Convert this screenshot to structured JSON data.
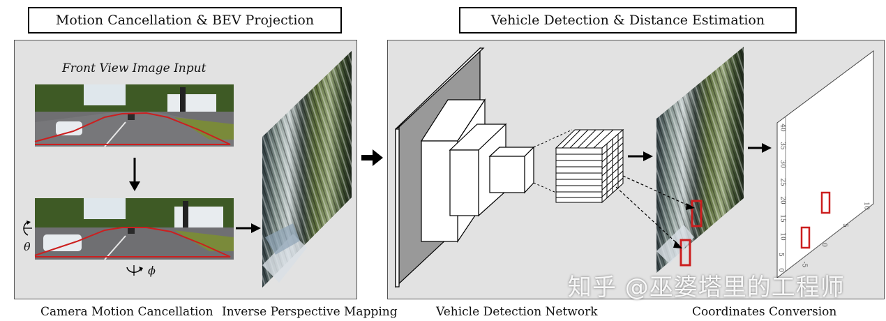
{
  "titles": {
    "left": "Motion Cancellation & BEV Projection",
    "right": "Vehicle Detection & Distance Estimation"
  },
  "left_panel": {
    "input_label": "Front View Image Input",
    "theta": "θ",
    "phi": "ϕ"
  },
  "captions": {
    "camera_motion": "Camera Motion Cancellation",
    "ipm": "Inverse Perspective Mapping",
    "detection_network": "Vehicle Detection Network",
    "coordinates": "Coordinates Conversion"
  },
  "plot": {
    "y_ticks": [
      "0",
      "5",
      "10",
      "15",
      "20",
      "25",
      "30",
      "35",
      "40"
    ],
    "x_ticks": [
      "-5",
      "0",
      "5",
      "10"
    ]
  },
  "watermark": "知乎 @巫婆塔里的工程师",
  "colors": {
    "panel_bg": "#e2e2e2",
    "box_red": "#cc1f1f",
    "road": "#6f6f72",
    "sky": "#dfe6ee",
    "foliage": "#3e5a25"
  }
}
